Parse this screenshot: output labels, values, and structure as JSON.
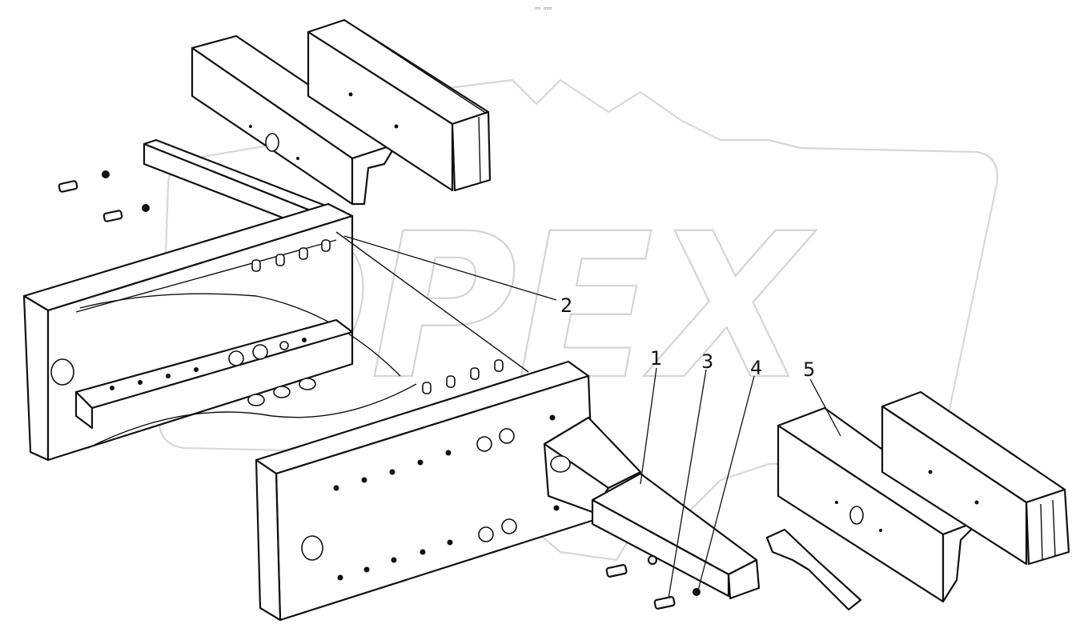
{
  "header_mark": "▫▫ ▫▫▫",
  "watermark": {
    "text": "OPEX"
  },
  "callouts": [
    {
      "id": "callout-1",
      "label": "1"
    },
    {
      "id": "callout-2",
      "label": "2"
    },
    {
      "id": "callout-3",
      "label": "3"
    },
    {
      "id": "callout-4",
      "label": "4"
    },
    {
      "id": "callout-5",
      "label": "5"
    }
  ]
}
